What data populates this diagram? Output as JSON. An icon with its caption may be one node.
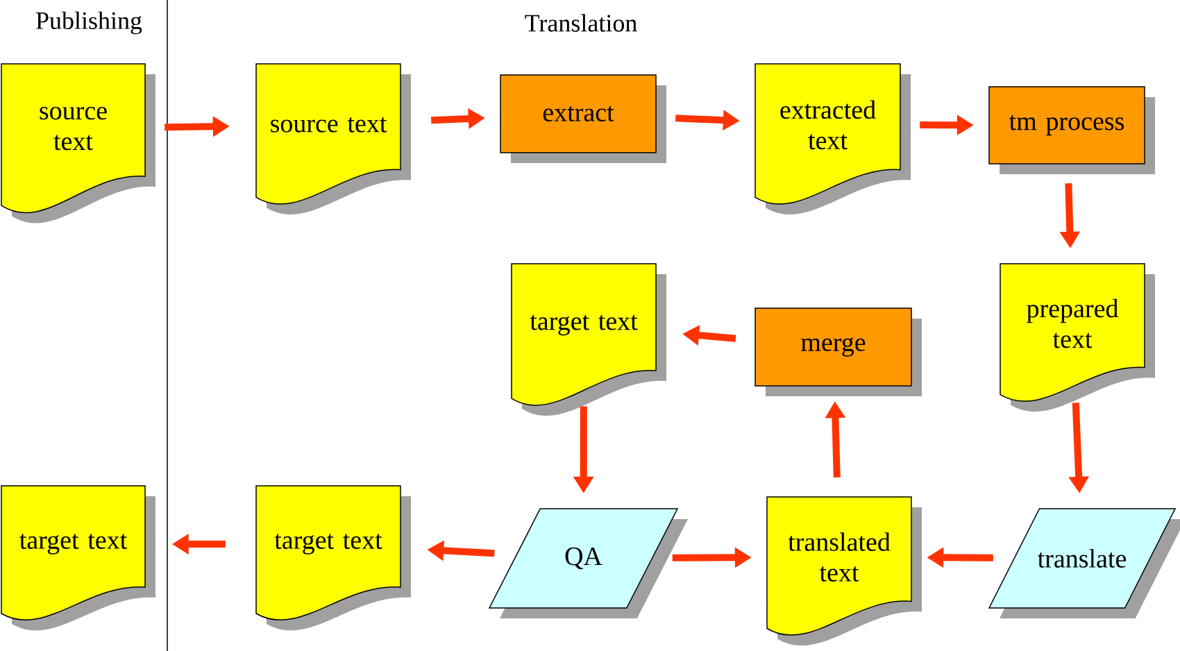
{
  "diagram": {
    "nodes": [
      {
        "text": [
          "source text"
        ]
      },
      {
        "text": [
          "source text"
        ]
      },
      {
        "text": [
          "extract"
        ]
      },
      {
        "text": [
          "extracted text"
        ]
      },
      {
        "text": [
          "tm process"
        ]
      },
      {
        "text": [
          "prepared text"
        ]
      },
      {
        "text": [
          "target text"
        ]
      },
      {
        "text": [
          "merge"
        ]
      },
      {
        "text": [
          "target text"
        ]
      },
      {
        "text": [
          "target text"
        ]
      },
      {
        "text": [
          "QA"
        ]
      },
      {
        "text": [
          "translated text"
        ]
      },
      {
        "text": [
          "translate"
        ]
      }
    ],
    "edges": [
      {
        "from": 0,
        "to": 1,
        "arrow": "to"
      },
      {
        "from": 1,
        "to": 2,
        "arrow": "to"
      },
      {
        "from": 2,
        "to": 3,
        "arrow": "to"
      },
      {
        "from": 3,
        "to": 4,
        "arrow": "to"
      },
      {
        "from": 4,
        "to": 5,
        "arrow": "to"
      },
      {
        "from": 5,
        "to": 12,
        "arrow": "to"
      },
      {
        "from": 12,
        "to": 11,
        "arrow": "to"
      },
      {
        "from": 11,
        "to": 7,
        "arrow": "to"
      },
      {
        "from": 7,
        "to": 6,
        "arrow": "to"
      },
      {
        "from": 6,
        "to": 10,
        "arrow": "to"
      },
      {
        "from": 10,
        "to": 11,
        "arrow": "to"
      },
      {
        "from": 10,
        "to": 9,
        "arrow": "to"
      },
      {
        "from": 9,
        "to": 8,
        "arrow": "to"
      }
    ],
    "labels": [
      "Publishing",
      "Translation"
    ]
  }
}
